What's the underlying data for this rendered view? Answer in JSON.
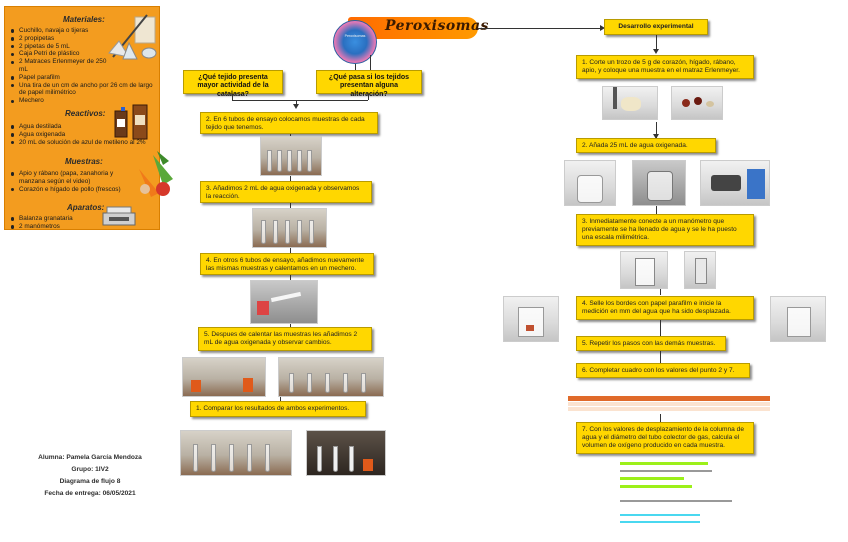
{
  "title": "Peroxisomas",
  "cell_label": "Peroxisomas",
  "materials": {
    "head": "Materiales:",
    "items": [
      "Cuchillo, navaja o tijeras",
      "2 propipetas",
      "2 pipetas de 5 mL",
      "Caja Petri de plástico",
      "2 Matraces Erlenmeyer de 250 mL",
      "Papel parafilm",
      "Una tira de un cm de ancho por 26 cm de largo de papel milimétrico",
      "Mechero"
    ]
  },
  "reactivos": {
    "head": "Reactivos:",
    "items": [
      "Agua destilada",
      "Agua oxigenada",
      "20 mL de solución de azul de metileno al 2%"
    ]
  },
  "muestras": {
    "head": "Muestras:",
    "items": [
      "Apio y rábano (papa, zanahoria y manzana según el video)",
      "Corazón e hígado de pollo (frescos)"
    ]
  },
  "aparatos": {
    "head": "Aparatos:",
    "items": [
      "Balanza granataria",
      "2 manómetros"
    ]
  },
  "questions": {
    "q1": "¿Qué tejido presenta mayor actividad de la catalasa?",
    "q2": "¿Qué pasa si los tejidos presentan alguna alteración?"
  },
  "left_steps": {
    "s2": "2.   En 6 tubos de ensayo colocamos muestras de cada tejido que tenemos.",
    "s3": "3.   Añadimos 2 mL de agua oxigenada y observamos la reacción.",
    "s4": "4.   En otros 6 tubos de ensayo, añadimos nuevamente las mismas muestras y calentamos en un mechero.",
    "s5": "5.   Despues de calentar las muestras les añadimos 2 mL de agua oxigenada y observar cambios.",
    "s1": "1.   Comparar los resultados de ambos experimentos."
  },
  "right": {
    "header": "Desarrollo experimental",
    "s1": "1.   Corte un trozo de 5 g de corazón, hígado, rábano, apio, y coloque una muestra en el matraz Erlenmeyer.",
    "s2": "2.   Añada 25 mL de agua oxigenada.",
    "s3": "3.   Inmediatamente conecte a un manómetro que previamente se ha llenado de agua y se le ha puesto una escala milimétrica.",
    "s4": "4.   Selle los bordes con papel parafilm e inicie la medición en mm del agua que ha sido desplazada.",
    "s5": "5.   Repetir los pasos con las demás muestras.",
    "s6": "6.   Completar cuadro con los valores del punto 2 y 7.",
    "s7": "7.   Con los valores de desplazamiento de la columna de agua y el diámetro del tubo colector de gas, calcula el volumen de oxígeno producido en cada muestra."
  },
  "student": {
    "name": "Alumna: Pamela García Mendoza",
    "group": "Grupo: 1IV2",
    "diagram": "Diagrama de flujo 8",
    "date": "Fecha de entrega: 06/05/2021"
  },
  "colors": {
    "panel": "#f39c1f",
    "step": "#ffd700",
    "banner": "#ff7f00"
  }
}
